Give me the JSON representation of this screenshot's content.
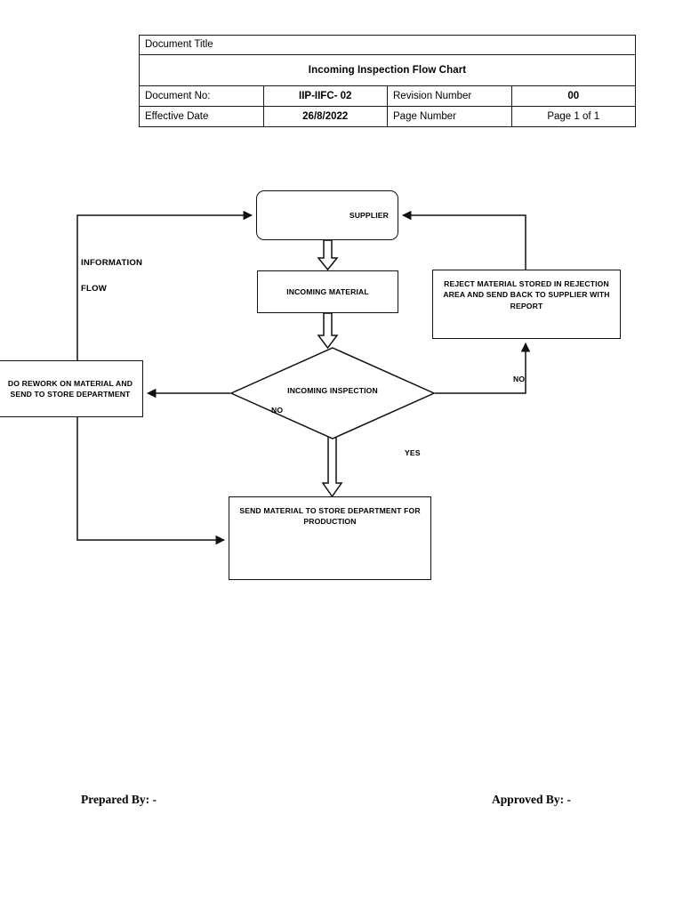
{
  "header": {
    "doc_title_label": "Document Title",
    "doc_title_value": "Incoming Inspection Flow Chart",
    "doc_no_label": "Document No:",
    "doc_no_value": "IIP-IIFC- 02",
    "revision_label": "Revision Number",
    "revision_value": "00",
    "effective_date_label": "Effective Date",
    "effective_date_value": "26/8/2022",
    "page_number_label": "Page Number",
    "page_number_value": "Page 1 of 1"
  },
  "flowchart": {
    "nodes": {
      "supplier": "SUPPLIER",
      "incoming_material": "INCOMING MATERIAL",
      "reject": "REJECT MATERIAL STORED IN REJECTION AREA AND SEND BACK TO SUPPLIER WITH REPORT",
      "rework": "DO REWORK ON MATERIAL AND SEND TO STORE DEPARTMENT",
      "decision": "INCOMING INSPECTION",
      "send_store": "SEND MATERIAL TO STORE DEPARTMENT FOR PRODUCTION"
    },
    "labels": {
      "information": "INFORMATION",
      "flow": "FLOW",
      "decision_no": "NO",
      "reject_no": "NO",
      "yes": "YES"
    }
  },
  "footer": {
    "prepared_by": "Prepared By: -",
    "approved_by": "Approved By: -"
  },
  "colors": {
    "line": "#111111",
    "text": "#000000",
    "background": "#ffffff"
  }
}
